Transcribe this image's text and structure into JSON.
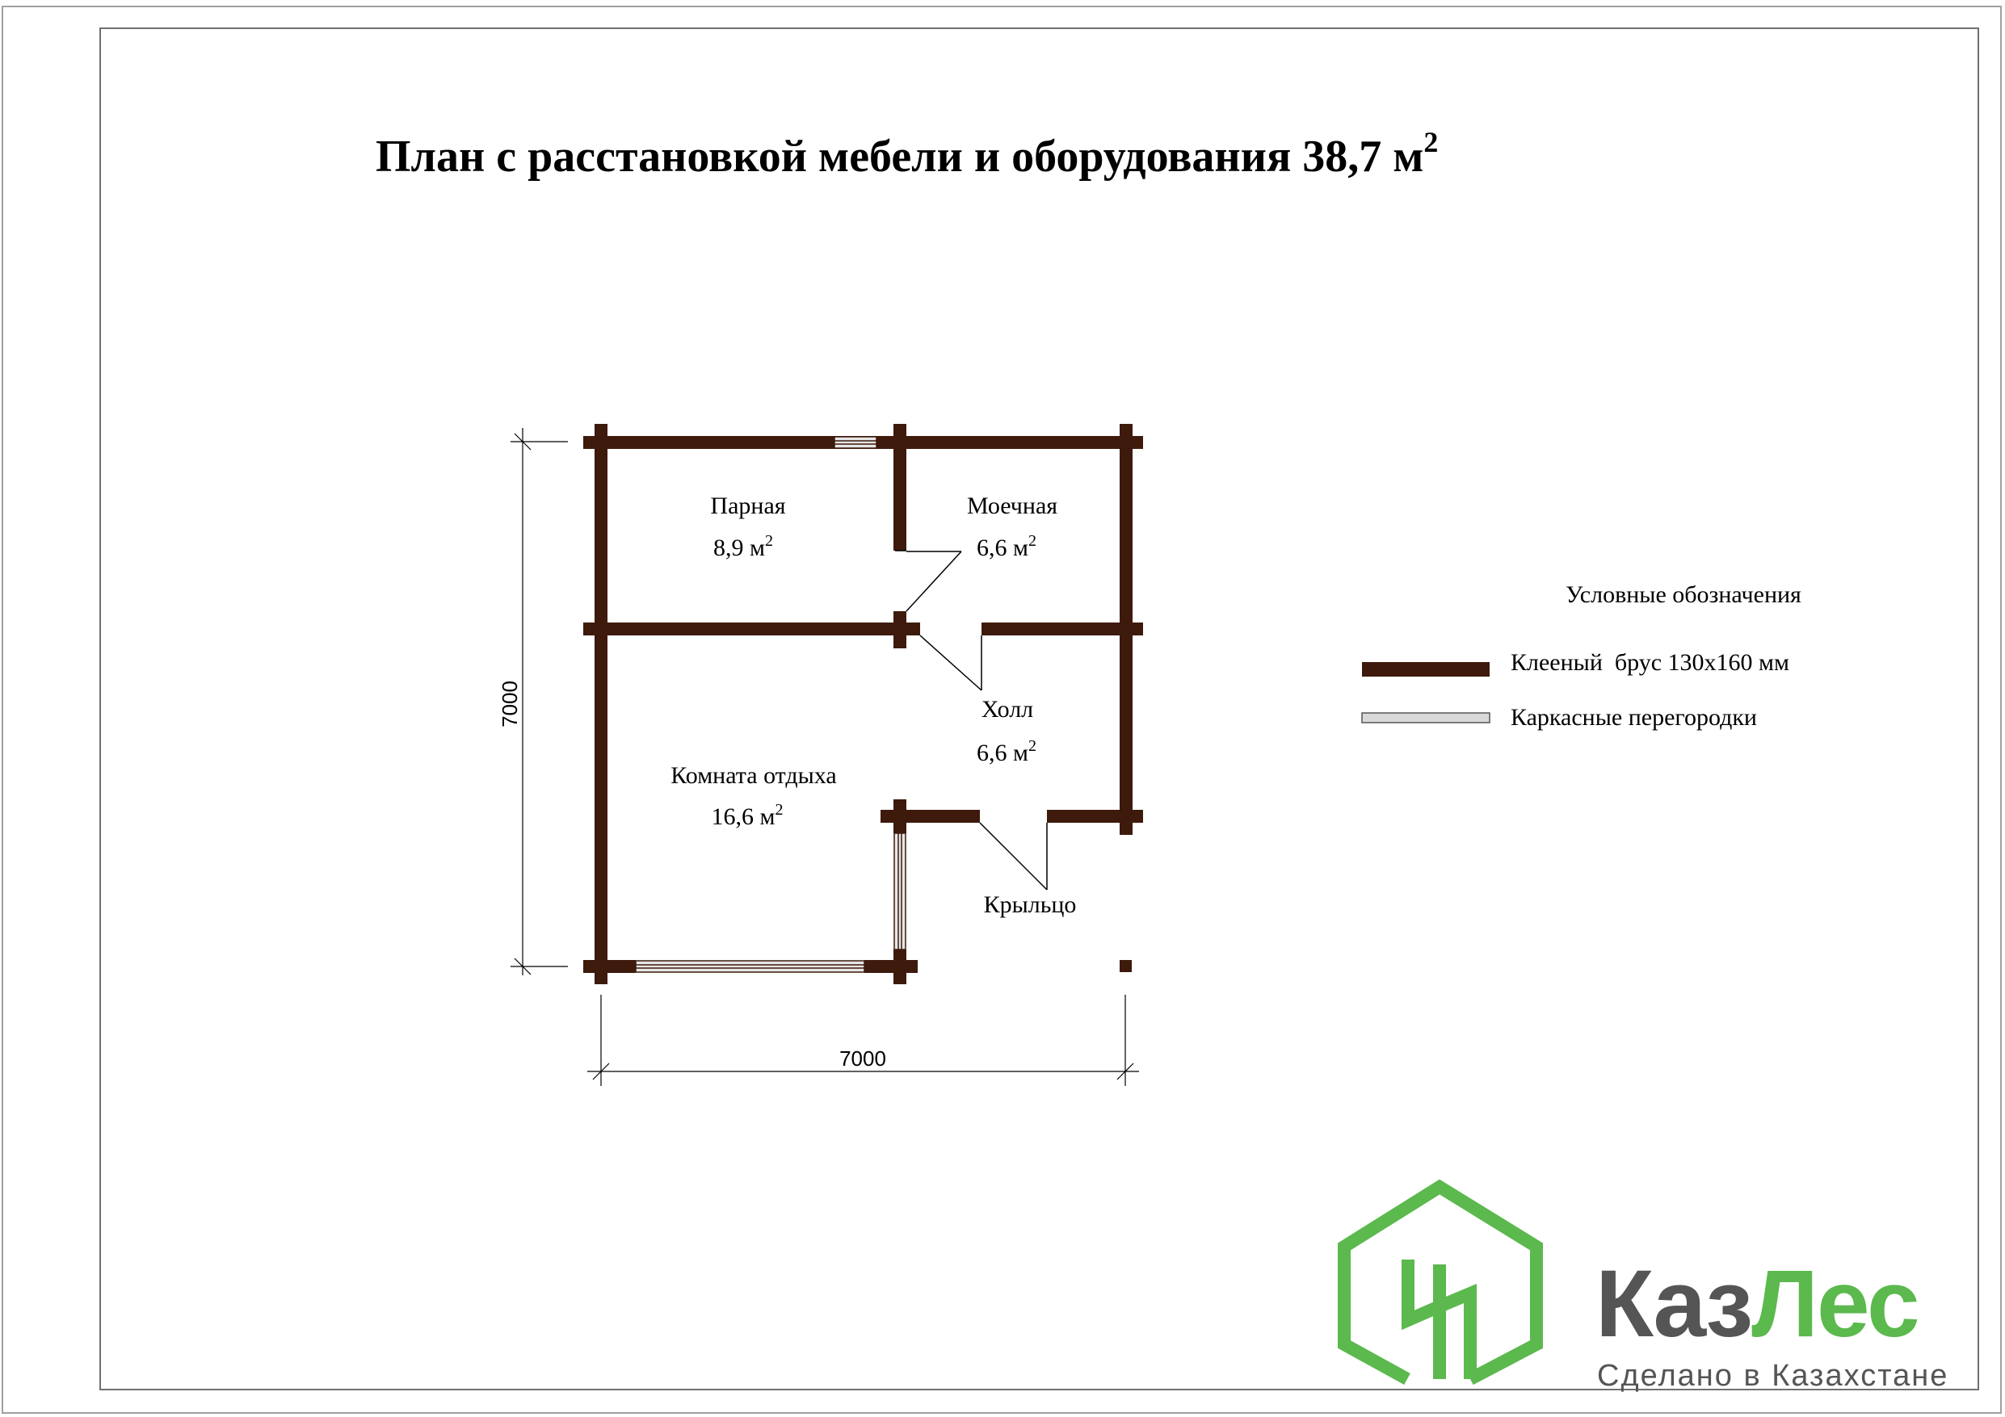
{
  "title": {
    "main": "План с расстановкой мебели и оборудования 38,7 м",
    "sup": "2"
  },
  "rooms": [
    {
      "id": "parnaya",
      "name": "Парная",
      "area": "8,9 м",
      "sup": "2"
    },
    {
      "id": "moechnaya",
      "name": "Моечная",
      "area": "6,6 м",
      "sup": "2"
    },
    {
      "id": "holl",
      "name": "Холл",
      "area": "6,6 м",
      "sup": "2"
    },
    {
      "id": "komnata",
      "name": "Комната отдыха",
      "area": "16,6 м",
      "sup": "2"
    },
    {
      "id": "krylco",
      "name": "Крыльцо"
    }
  ],
  "dimensions": {
    "height_label": "7000",
    "width_label": "7000"
  },
  "legend": {
    "title": "Условные обозначения",
    "items": [
      {
        "label": "Клееный  брус 130х160 мм",
        "color": "#3d1a0c",
        "kind": "timber"
      },
      {
        "label": "Каркасные перегородки",
        "color": "#d9d9d9",
        "kind": "frame"
      }
    ]
  },
  "logo": {
    "name_part1": "Каз",
    "name_part2": "Лес",
    "tagline": "Сделано в Казахстане",
    "green": "#5bb94d",
    "gray": "#555555"
  },
  "colors": {
    "wall": "#3d1a0c",
    "frame_fill": "#e6e6e6",
    "border": "#8c8c8c"
  }
}
